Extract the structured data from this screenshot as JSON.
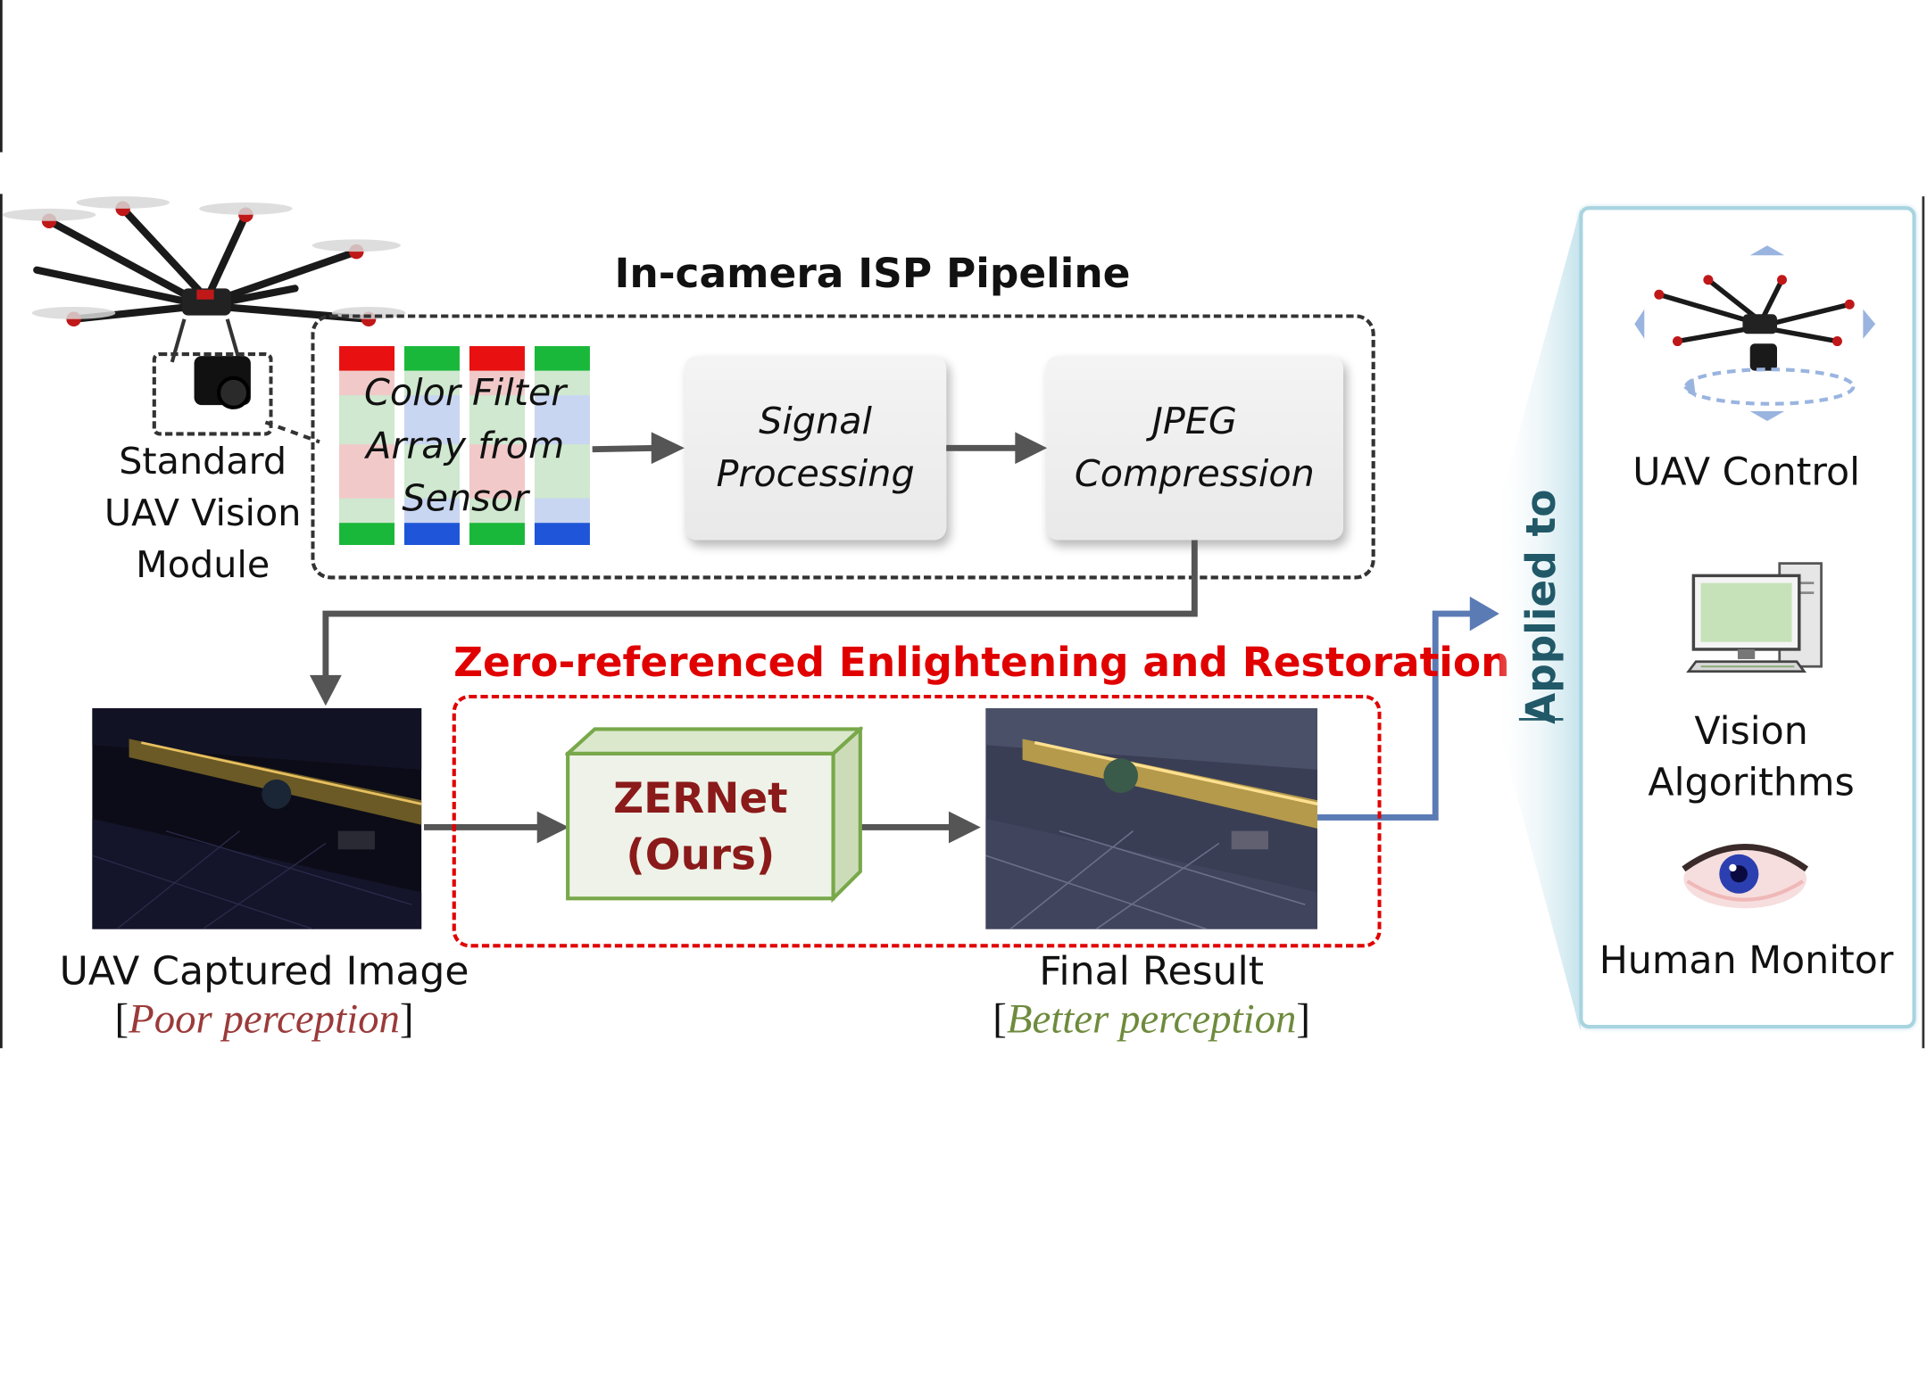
{
  "titles": {
    "isp": "In-camera ISP Pipeline",
    "zer": "Zero-referenced Enlightening and Restoration"
  },
  "module": {
    "line1": "Standard",
    "line2": "UAV Vision",
    "line3": "Module"
  },
  "isp_steps": {
    "cfa_line1": "Color Filter",
    "cfa_line2": "Array from",
    "cfa_line3": "Sensor",
    "signal_line1": "Signal",
    "signal_line2": "Processing",
    "jpeg_line1": "JPEG",
    "jpeg_line2": "Compression"
  },
  "network": {
    "name": "ZERNet",
    "tag": "(Ours)"
  },
  "captured": {
    "label": "UAV Captured Image",
    "note_open": "[",
    "note": "Poor perception",
    "note_close": "]"
  },
  "result": {
    "label": "Final Result",
    "note_open": "[",
    "note": "Better perception",
    "note_close": "]"
  },
  "applied": {
    "label": "Applied to",
    "items": [
      "UAV Control",
      "Vision Algorithms",
      "Human Monitor"
    ]
  },
  "colors": {
    "red_title": "#e00000",
    "ours": "#8b1a1a",
    "poor": "#9b3a3a",
    "better": "#6e8b3d",
    "applied_border": "#a8d4e0",
    "applied_text": "#215968",
    "arrow_gray": "#555555",
    "arrow_blue": "#5b7bb5"
  }
}
